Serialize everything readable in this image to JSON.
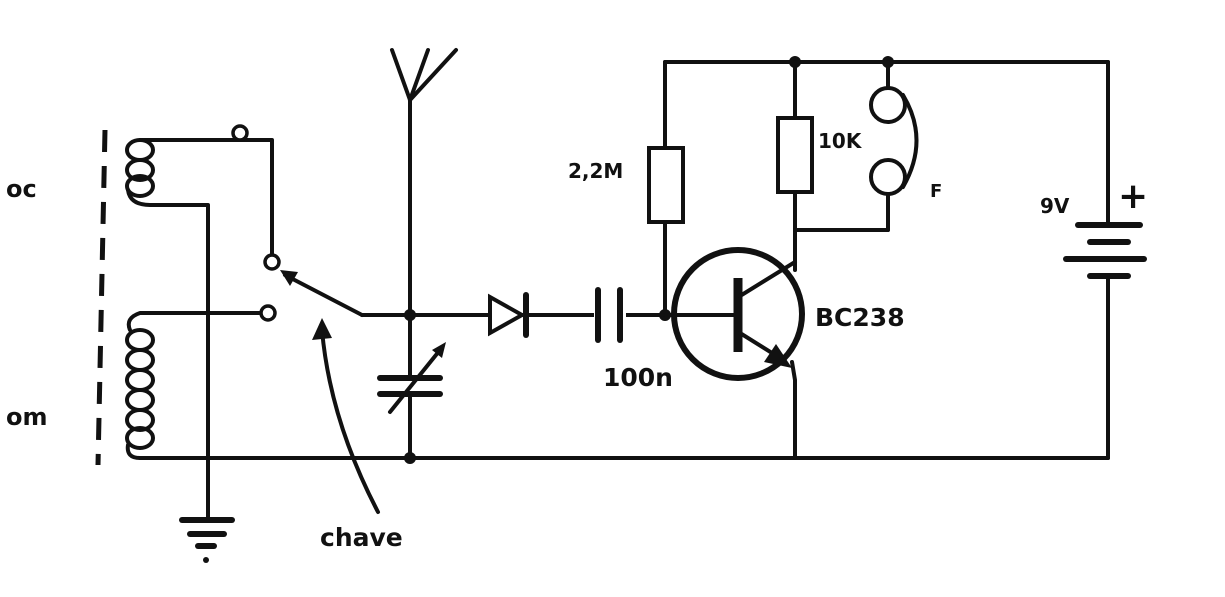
{
  "labels": {
    "short_wave": "oc",
    "medium_wave": "om",
    "switch": "chave",
    "resistor_base": "2,2M",
    "resistor_collector": "10K",
    "earphone": "F",
    "battery_voltage": "9V",
    "battery_plus": "+",
    "transistor": "BC238",
    "capacitor": "100n"
  },
  "colors": {
    "ink": "#111111",
    "paper": "#ffffff"
  }
}
